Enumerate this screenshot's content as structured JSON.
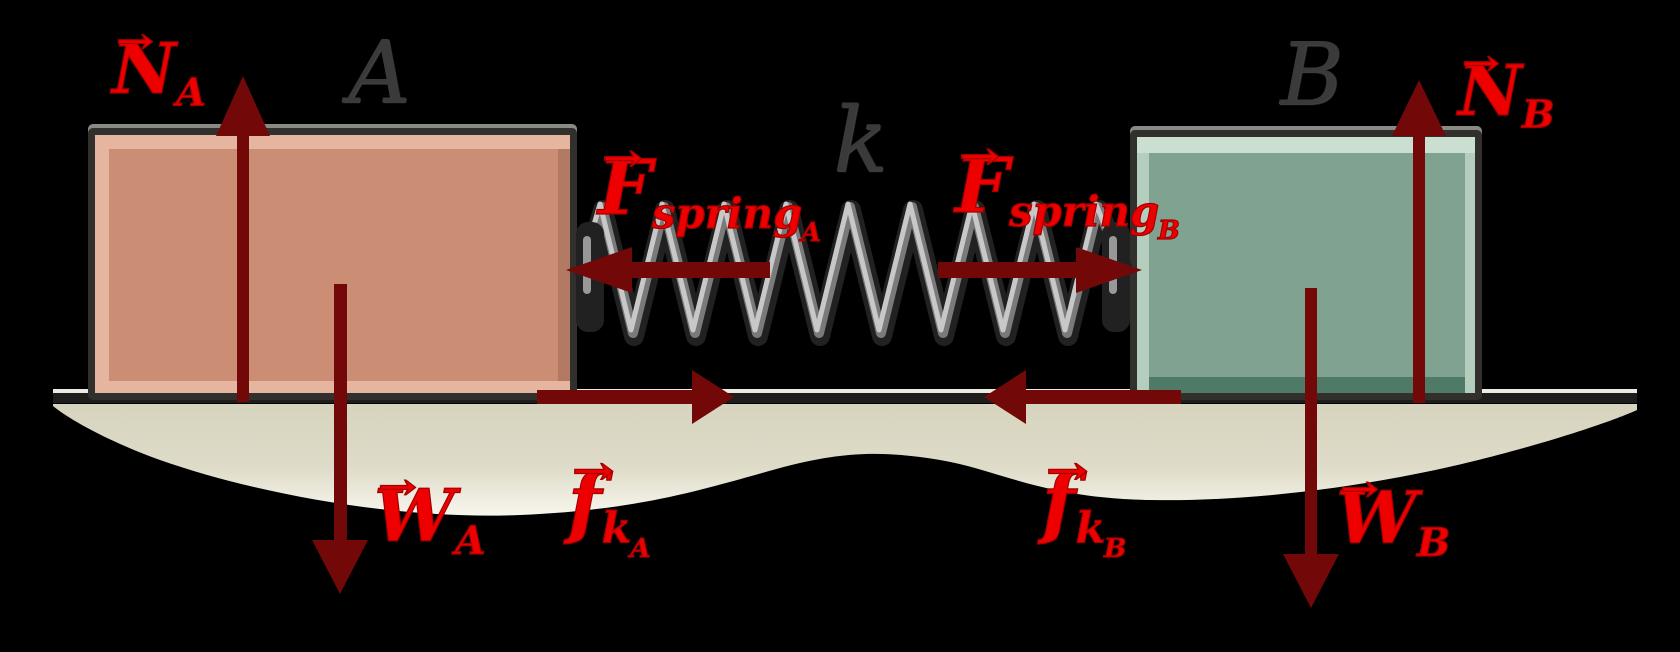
{
  "colors": {
    "background": "#000000",
    "arrow": "#720808",
    "label": "#ee0000",
    "label_stroke": "#a40000",
    "letter": "#3a3a3a",
    "block_border": "#31302c",
    "block_a_fill": "#cc8d75",
    "block_a_light": "#e5b59f",
    "block_a_dark": "#b27a62",
    "block_b_fill": "#80a391",
    "block_b_light": "#cadfd0",
    "block_b_light2": "#b4cdbc",
    "block_b_dark": "#4e7a67",
    "ground_fill": "#d6d3be",
    "ground_line": "#1d1d1b",
    "spring_dark": "#212121",
    "spring_mid": "#7a7a7a",
    "spring_light": "#cccccc"
  },
  "blocks": {
    "a": {
      "label": "A"
    },
    "b": {
      "label": "B"
    }
  },
  "spring": {
    "constant_label": "k"
  },
  "forces": {
    "normal_a": {
      "vec": "→",
      "main": "N",
      "sub": "A"
    },
    "normal_b": {
      "vec": "→",
      "main": "N",
      "sub": "B"
    },
    "weight_a": {
      "vec": "→",
      "main": "W",
      "sub": "A"
    },
    "weight_b": {
      "vec": "→",
      "main": "W",
      "sub": "B"
    },
    "spring_a": {
      "vec": "→",
      "main": "F",
      "sub": "spring",
      "subsub": "A"
    },
    "spring_b": {
      "vec": "→",
      "main": "F",
      "sub": "spring",
      "subsub": "B"
    },
    "friction_a": {
      "vec": "→",
      "main": "f",
      "sub": "k",
      "subsub": "A"
    },
    "friction_b": {
      "vec": "→",
      "main": "f",
      "sub": "k",
      "subsub": "B"
    }
  }
}
